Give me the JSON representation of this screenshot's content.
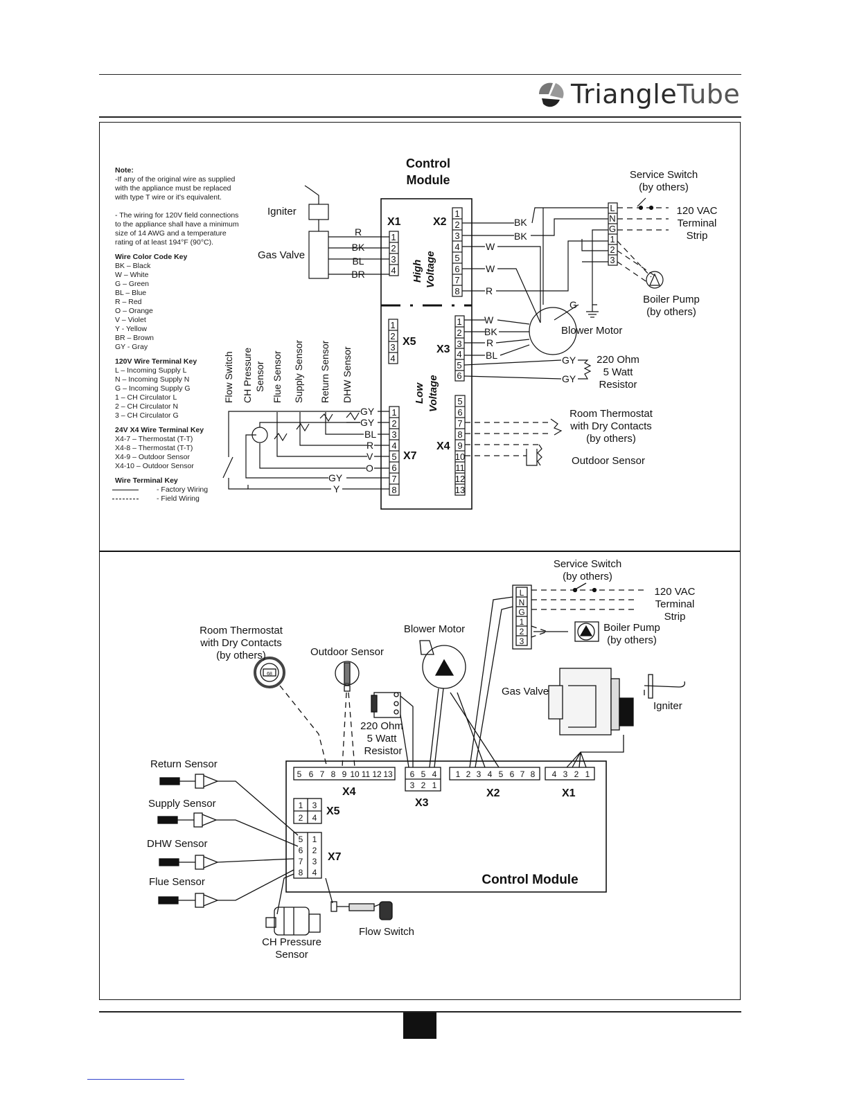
{
  "header": {
    "brand_part1": "Triangle",
    "brand_part2": "Tube"
  },
  "notes": {
    "note_title": "Note:",
    "note_lines": [
      "-If any of the original wire as supplied",
      "with the appliance must be replaced",
      "with type T wire or it's equivalent.",
      "",
      "- The wiring for 120V field connections",
      "to the appliance shall have a minimum",
      "size of 14 AWG and a temperature",
      "rating of at least 194°F (90°C)."
    ],
    "color_key_title": "Wire Color Code Key",
    "color_key": [
      "BK – Black",
      "W – White",
      "G – Green",
      "BL – Blue",
      "R – Red",
      "O – Orange",
      "V – Violet",
      "Y - Yellow",
      "BR – Brown",
      "GY - Gray"
    ],
    "v120_key_title": "120V Wire Terminal Key",
    "v120_key": [
      "L – Incoming Supply L",
      "N – Incoming Supply N",
      "G – Incoming Supply G",
      "1 – CH Circulator  L",
      "2 – CH Circulator  N",
      "3 – CH Circulator  G"
    ],
    "v24_key_title": "24V X4 Wire Terminal Key",
    "v24_key": [
      "X4-7 – Thermostat (T-T)",
      "X4-8 – Thermostat (T-T)",
      "X4-9 – Outdoor Sensor",
      "X4-10 – Outdoor Sensor"
    ],
    "wire_key_title": "Wire Terminal Key",
    "factory_wiring": "- Factory Wiring",
    "field_wiring": "- Field Wiring"
  },
  "ladder": {
    "control_module_line1": "Control",
    "control_module_line2": "Module",
    "high_voltage_line1": "High",
    "high_voltage_line2": "Voltage",
    "low_voltage_line1": "Low",
    "low_voltage_line2": "Voltage",
    "x1": "X1",
    "x2": "X2",
    "x3": "X3",
    "x4": "X4",
    "x5": "X5",
    "x7": "X7",
    "igniter": "Igniter",
    "gas_valve": "Gas Valve",
    "x1_wires": [
      "R",
      "BK",
      "BL",
      "BR"
    ],
    "x1_pins": [
      "1",
      "2",
      "3",
      "4"
    ],
    "x2_pins": [
      "1",
      "2",
      "3",
      "4",
      "5",
      "6",
      "7",
      "8"
    ],
    "x2_wires": [
      "BK",
      "BK",
      "W",
      "W",
      "R"
    ],
    "x3_pins": [
      "1",
      "2",
      "3",
      "4",
      "5",
      "6"
    ],
    "x3_wires": [
      "W",
      "BK",
      "R",
      "BL",
      "GY",
      "GY"
    ],
    "x4_pins": [
      "5",
      "6",
      "7",
      "8",
      "9",
      "10",
      "11",
      "12",
      "13"
    ],
    "x5_pins": [
      "1",
      "2",
      "3",
      "4"
    ],
    "x7_pins": [
      "1",
      "2",
      "3",
      "4",
      "5",
      "6",
      "7",
      "8"
    ],
    "x7_wires": [
      "GY",
      "GY",
      "BL",
      "R",
      "V",
      "O",
      "GY",
      "Y"
    ],
    "strip_pins": [
      "L",
      "N",
      "G",
      "1",
      "2",
      "3"
    ],
    "ground_label": "G",
    "service_switch_line1": "Service Switch",
    "service_switch_line2": "(by others)",
    "vac_line1": "120 VAC",
    "vac_line2": "Terminal",
    "vac_line3": "Strip",
    "boiler_pump_line1": "Boiler Pump",
    "boiler_pump_line2": "(by others)",
    "blower_motor": "Blower Motor",
    "resistor_line1": "220 Ohm",
    "resistor_line2": "5 Watt",
    "resistor_line3": "Resistor",
    "thermostat_line1": "Room Thermostat",
    "thermostat_line2": "with Dry Contacts",
    "thermostat_line3": "(by others)",
    "outdoor_sensor": "Outdoor Sensor",
    "sensor_labels": [
      "Flow Switch",
      "CH Pressure",
      "Sensor",
      "Flue Sensor",
      "Supply Sensor",
      "Return Sensor",
      "DHW Sensor"
    ]
  },
  "pictorial": {
    "service_switch_line1": "Service Switch",
    "service_switch_line2": "(by others)",
    "vac_line1": "120 VAC",
    "vac_line2": "Terminal",
    "vac_line3": "Strip",
    "strip_pins": [
      "L",
      "N",
      "G",
      "1",
      "2",
      "3"
    ],
    "boiler_pump_line1": "Boiler Pump",
    "boiler_pump_line2": "(by others)",
    "thermostat_line1": "Room Thermostat",
    "thermostat_line2": "with Dry Contacts",
    "thermostat_line3": "(by others)",
    "thermostat_display": "68",
    "outdoor_sensor": "Outdoor Sensor",
    "blower_motor": "Blower Motor",
    "gas_valve": "Gas Valve",
    "igniter": "Igniter",
    "resistor_line1": "220 Ohm",
    "resistor_line2": "5 Watt",
    "resistor_line3": "Resistor",
    "return_sensor": "Return Sensor",
    "supply_sensor": "Supply Sensor",
    "dhw_sensor": "DHW Sensor",
    "flue_sensor": "Flue Sensor",
    "ch_pressure_line1": "CH Pressure",
    "ch_pressure_line2": "Sensor",
    "flow_switch": "Flow Switch",
    "control_module": "Control Module",
    "x4_pins": [
      "5",
      "6",
      "7",
      "8",
      "9",
      "10",
      "11",
      "12",
      "13"
    ],
    "x3_top": [
      "6",
      "5",
      "4"
    ],
    "x3_bottom": [
      "3",
      "2",
      "1"
    ],
    "x2_pins": [
      "1",
      "2",
      "3",
      "4",
      "5",
      "6",
      "7",
      "8"
    ],
    "x1_pins": [
      "4",
      "3",
      "2",
      "1"
    ],
    "x5_pins": [
      "1",
      "3",
      "2",
      "4"
    ],
    "x7_pins": [
      "5",
      "1",
      "6",
      "2",
      "7",
      "3",
      "8",
      "4"
    ],
    "x4": "X4",
    "x3": "X3",
    "x2": "X2",
    "x1": "X1",
    "x5": "X5",
    "x7": "X7"
  }
}
